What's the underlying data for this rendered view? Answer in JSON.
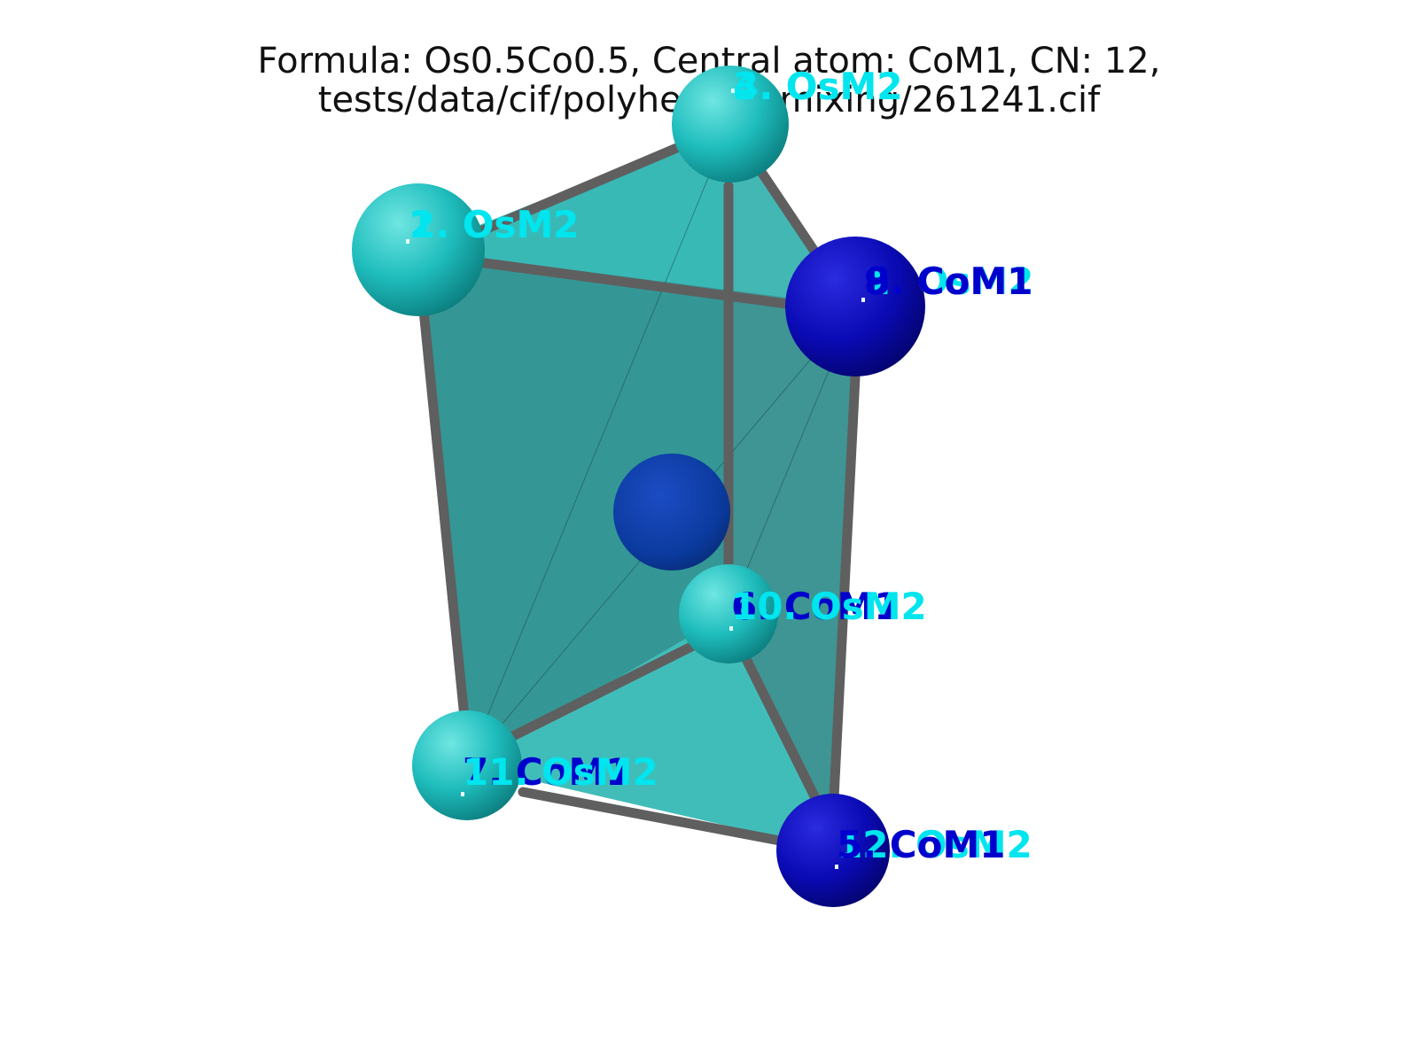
{
  "title": {
    "line1": "Formula: Os0.5Co0.5, Central atom: CoM1, CN: 12,",
    "line2": "tests/data/cif/polyhedron_mixing/261241.cif"
  },
  "colors": {
    "os_atom": "#1fbdbd",
    "co_atom": "#0a0ab4",
    "central_atom": "#0b3a9e",
    "os_label": "#00e5ee",
    "co_label": "#0000cc",
    "bond": "#5f5f5f",
    "face": "#2aaaa6"
  },
  "labels": {
    "v1": [
      "2. OsM2",
      "1. OsM2"
    ],
    "v2": [
      "3. OsM2",
      "4. OsM2"
    ],
    "v3": [
      "8. CoM1",
      "9. CoM1",
      "1. OsM2"
    ],
    "v4": [
      "10. OsM2",
      "6. CoM1"
    ],
    "v5": [
      "11. OsM2",
      "7. CoM1"
    ],
    "v6": [
      "12. OsM2",
      "5. CoM1"
    ]
  }
}
